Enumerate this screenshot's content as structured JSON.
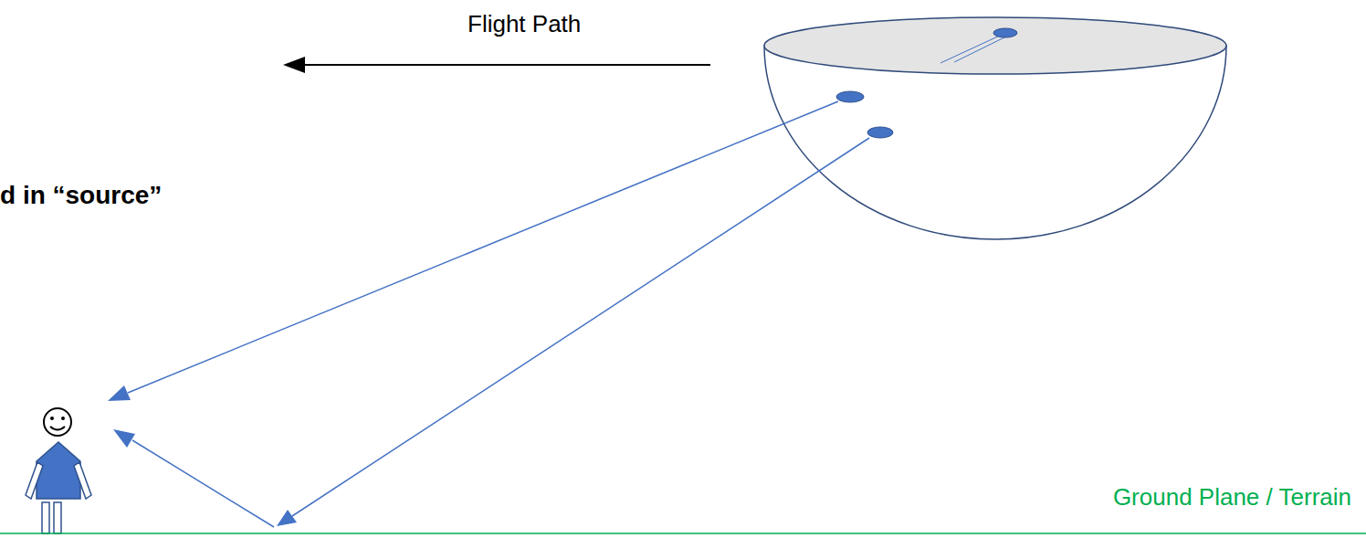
{
  "diagram": {
    "labels": [
      "Flight Path",
      "d in “source”",
      "Ground Plane / Terrain"
    ]
  }
}
